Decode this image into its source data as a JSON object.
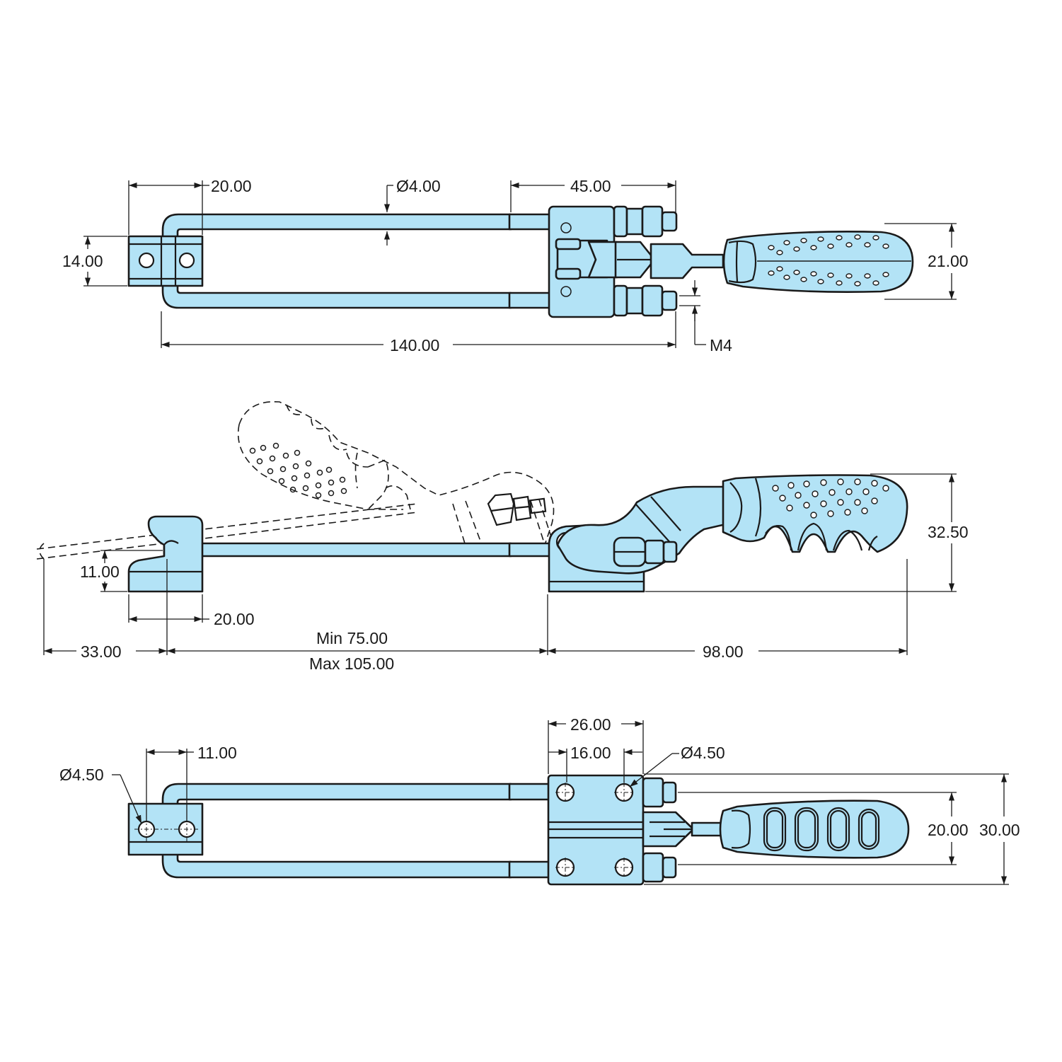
{
  "colors": {
    "part_fill": "#b3e3f6",
    "outline": "#1a1a1a",
    "background": "#ffffff"
  },
  "top_view": {
    "dims": {
      "width_20": "20.00",
      "rod_dia": "Ø4.00",
      "base_45": "45.00",
      "height_14": "14.00",
      "handle_21": "21.00",
      "overall_140": "140.00",
      "thread": "M4"
    }
  },
  "side_view": {
    "dims": {
      "handle_height": "32.50",
      "hook_height": "11.00",
      "hook_width": "20.00",
      "left_offset": "33.00",
      "range_min": "Min 75.00",
      "range_max": "Max 105.00",
      "handle_length": "98.00"
    }
  },
  "bottom_view": {
    "dims": {
      "hole_dia_left": "Ø4.50",
      "hole_spacing_left": "11.00",
      "base_26": "26.00",
      "hole_spacing_16": "16.00",
      "hole_dia_right": "Ø4.50",
      "inner_20": "20.00",
      "outer_30": "30.00"
    }
  }
}
